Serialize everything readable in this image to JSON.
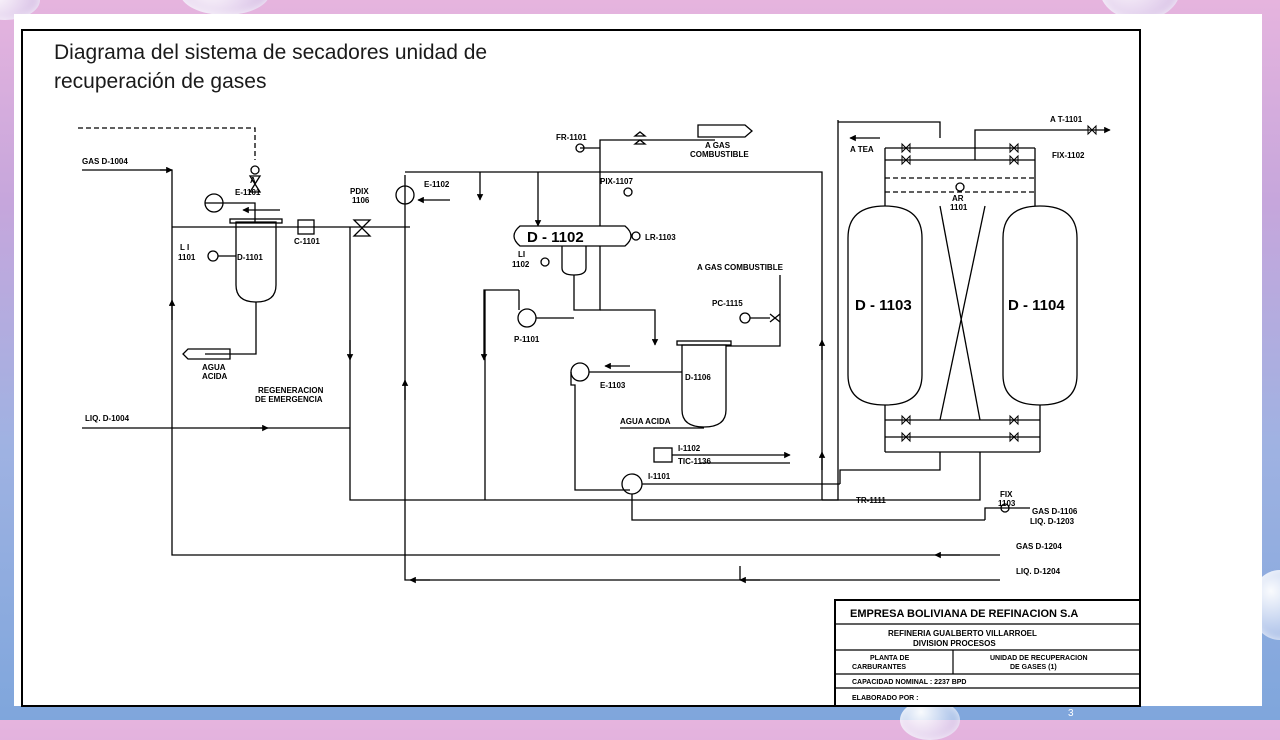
{
  "slide": {
    "title": "Diagrama del sistema de secadores unidad de recuperación de gases"
  },
  "diagram": {
    "labels": {
      "gas_d1004": "GAS D-1004",
      "liq_d1004": "LIQ. D-1004",
      "e1101": "E-1101",
      "d1101": "D-1101",
      "li1101_a": "L I",
      "li1101_b": "1101",
      "c1101": "C-1101",
      "pdix_a": "PDIX",
      "pdix_b": "1106",
      "e1102": "E-1102",
      "agua_acida_1_a": "AGUA",
      "agua_acida_1_b": "ACIDA",
      "regen_a": "REGENERACION",
      "regen_b": "DE EMERGENCIA",
      "fr1101": "FR-1101",
      "a_gas_comb_1_a": "A GAS",
      "a_gas_comb_1_b": "COMBUSTIBLE",
      "pix1107": "PIX-1107",
      "d1102": "D - 1102",
      "lr1103": "LR-1103",
      "li1102_a": "LI",
      "li1102_b": "1102",
      "a_gas_comb_2": "A GAS COMBUSTIBLE",
      "pc1115": "PC-1115",
      "p1101": "P-1101",
      "e1103": "E-1103",
      "d1106": "D-1106",
      "agua_acida_2": "AGUA ACIDA",
      "i1102": "I-1102",
      "tic1136": "TIC-1136",
      "i1101": "I-1101",
      "tr1111": "TR-1111",
      "a_tea": "A TEA",
      "at1101": "A T-1101",
      "fix1102": "FIX-1102",
      "ar1101_a": "AR",
      "ar1101_b": "1101",
      "d1103": "D - 1103",
      "d1104": "D - 1104",
      "fix1103_a": "FIX",
      "fix1103_b": "1103",
      "gas_d1106": "GAS D-1106",
      "liq_d1203": "LIQ. D-1203",
      "gas_d1204": "GAS D-1204",
      "liq_d1204": "LIQ. D-1204",
      "small_a": "A"
    },
    "title_block": {
      "company": "EMPRESA BOLIVIANA DE REFINACION  S.A",
      "refinery_1": "REFINERIA GUALBERTO VILLARROEL",
      "refinery_2": "DIVISION PROCESOS",
      "plant_1": "PLANTA DE",
      "plant_2": "CARBURANTES",
      "unit_1": "UNIDAD DE RECUPERACION",
      "unit_2": "DE GASES  (1)",
      "capacity": "CAPACIDAD NOMINAL : 2237 BPD",
      "prepared": "ELABORADO POR :"
    }
  },
  "slide_number": "3"
}
